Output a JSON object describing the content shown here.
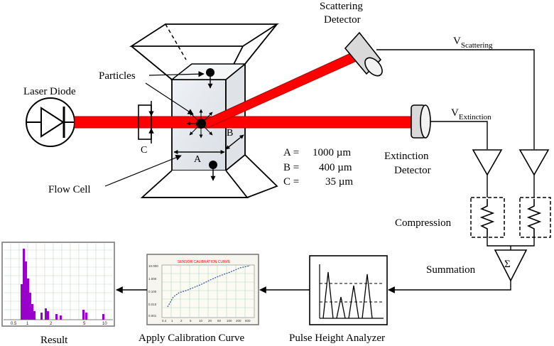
{
  "labels": {
    "laser_diode": "Laser Diode",
    "particles": "Particles",
    "flow_cell": "Flow Cell",
    "scattering_detector_line1": "Scattering",
    "scattering_detector_line2": "Detector",
    "extinction_detector_line1": "Extinction",
    "extinction_detector_line2": "Detector",
    "dim_a": "A",
    "dim_b": "B",
    "dim_c": "C",
    "v_scattering_main": "V",
    "v_scattering_sub": "Scattering",
    "v_extinction_main": "V",
    "v_extinction_sub": "Extinction",
    "compression": "Compression",
    "summation": "Summation",
    "sigma": "Σ",
    "pulse_height_analyzer": "Pulse Height Analyzer",
    "apply_calibration_curve": "Apply Calibration Curve",
    "result": "Result"
  },
  "dimensions": [
    {
      "key": "A =",
      "value": "1000 µm"
    },
    {
      "key": "B =",
      "value": "400 µm"
    },
    {
      "key": "C =",
      "value": "35 µm"
    }
  ],
  "calibration_thumb": {
    "title": "SENSOR CALIBRATION CURVE",
    "y_ticks": [
      "10.000",
      "1.000",
      "0.100",
      "0.010",
      "0.001"
    ],
    "x_ticks": [
      "0.4",
      "1",
      "2",
      "5",
      "10",
      "20",
      "50",
      "100",
      "200",
      "500"
    ]
  },
  "result_thumb": {
    "x_ticks": [
      "0.5",
      "1",
      "2",
      "5",
      "10"
    ]
  },
  "colors": {
    "beam": "#ff0000",
    "beam_edge": "#b00000",
    "histogram": "#9900cc",
    "calib_title": "#ff0000"
  }
}
